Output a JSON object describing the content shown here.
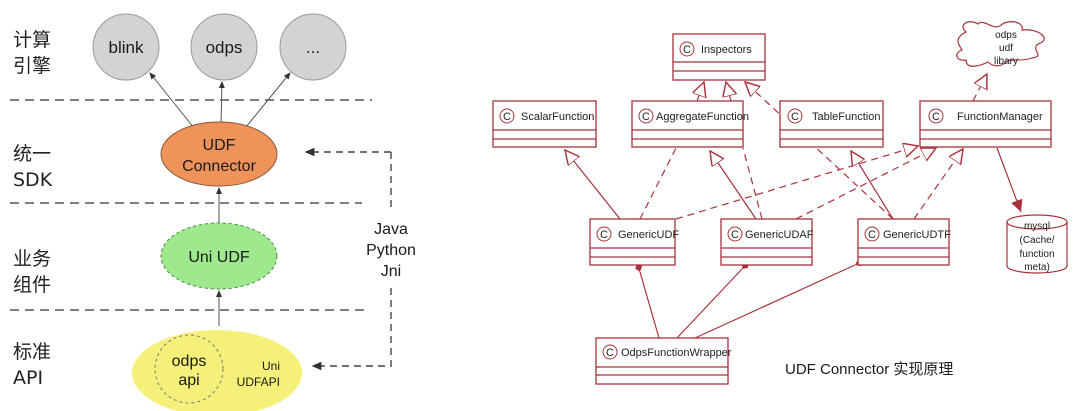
{
  "left_diagram": {
    "layers": [
      {
        "line1": "计算",
        "line2": "引擎"
      },
      {
        "line1": "统一",
        "line2": "SDK"
      },
      {
        "line1": "业务",
        "line2": "组件"
      },
      {
        "line1": "标准",
        "line2": "API"
      }
    ],
    "engines": [
      "blink",
      "odps",
      "..."
    ],
    "connector": {
      "line1": "UDF",
      "line2": "Connector"
    },
    "uni_udf": "Uni UDF",
    "api": {
      "inner_line1": "odps",
      "inner_line2": "api",
      "outer_line1": "Uni",
      "outer_line2": "UDFAPI"
    },
    "bridge": [
      "Java",
      "Python",
      "Jni"
    ],
    "colors": {
      "engine": "#d3d3d3",
      "connector": "#f0935a",
      "uni_udf": "#9ee88e",
      "api": "#f5f07a"
    }
  },
  "right_diagram": {
    "title": "UDF Connector 实现原理",
    "class_glyph": "C",
    "classes": {
      "inspectors": "Inspectors",
      "scalar": "ScalarFunction",
      "aggregate": "AggregateFunction",
      "table": "TableFunction",
      "manager": "FunctionManager",
      "generic_udf": "GenericUDF",
      "generic_udaf": "GenericUDAF",
      "generic_udtf": "GenericUDTF",
      "wrapper": "OdpsFunctionWrapper"
    },
    "cloud": [
      "odps",
      "udf",
      "libary"
    ],
    "database": [
      "mysql",
      "(Cache/",
      "function",
      "meta)"
    ],
    "colors": {
      "line": "#a8323c"
    }
  }
}
